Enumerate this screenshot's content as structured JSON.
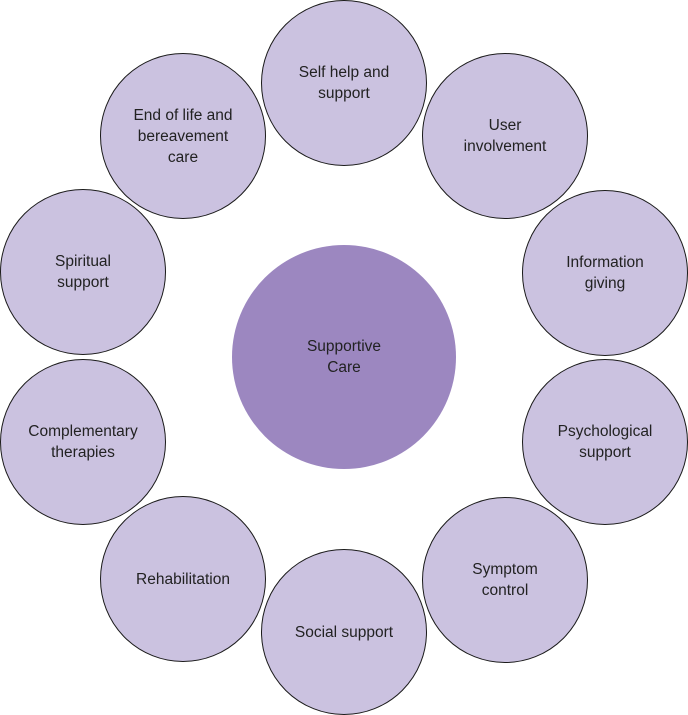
{
  "diagram": {
    "colors": {
      "outer_fill": "#cbc2e0",
      "center_fill": "#9c87c0",
      "border": "#1a1a1a",
      "text": "#222222"
    },
    "center": {
      "label": "Supportive\nCare"
    },
    "nodes": [
      {
        "label": "Self help and\nsupport"
      },
      {
        "label": "User\ninvolvement"
      },
      {
        "label": "Information\ngiving"
      },
      {
        "label": "Psychological\nsupport"
      },
      {
        "label": "Symptom\ncontrol"
      },
      {
        "label": "Social support"
      },
      {
        "label": "Rehabilitation"
      },
      {
        "label": "Complementary\ntherapies"
      },
      {
        "label": "Spiritual\nsupport"
      },
      {
        "label": "End of life and\nbereavement\ncare"
      }
    ]
  }
}
